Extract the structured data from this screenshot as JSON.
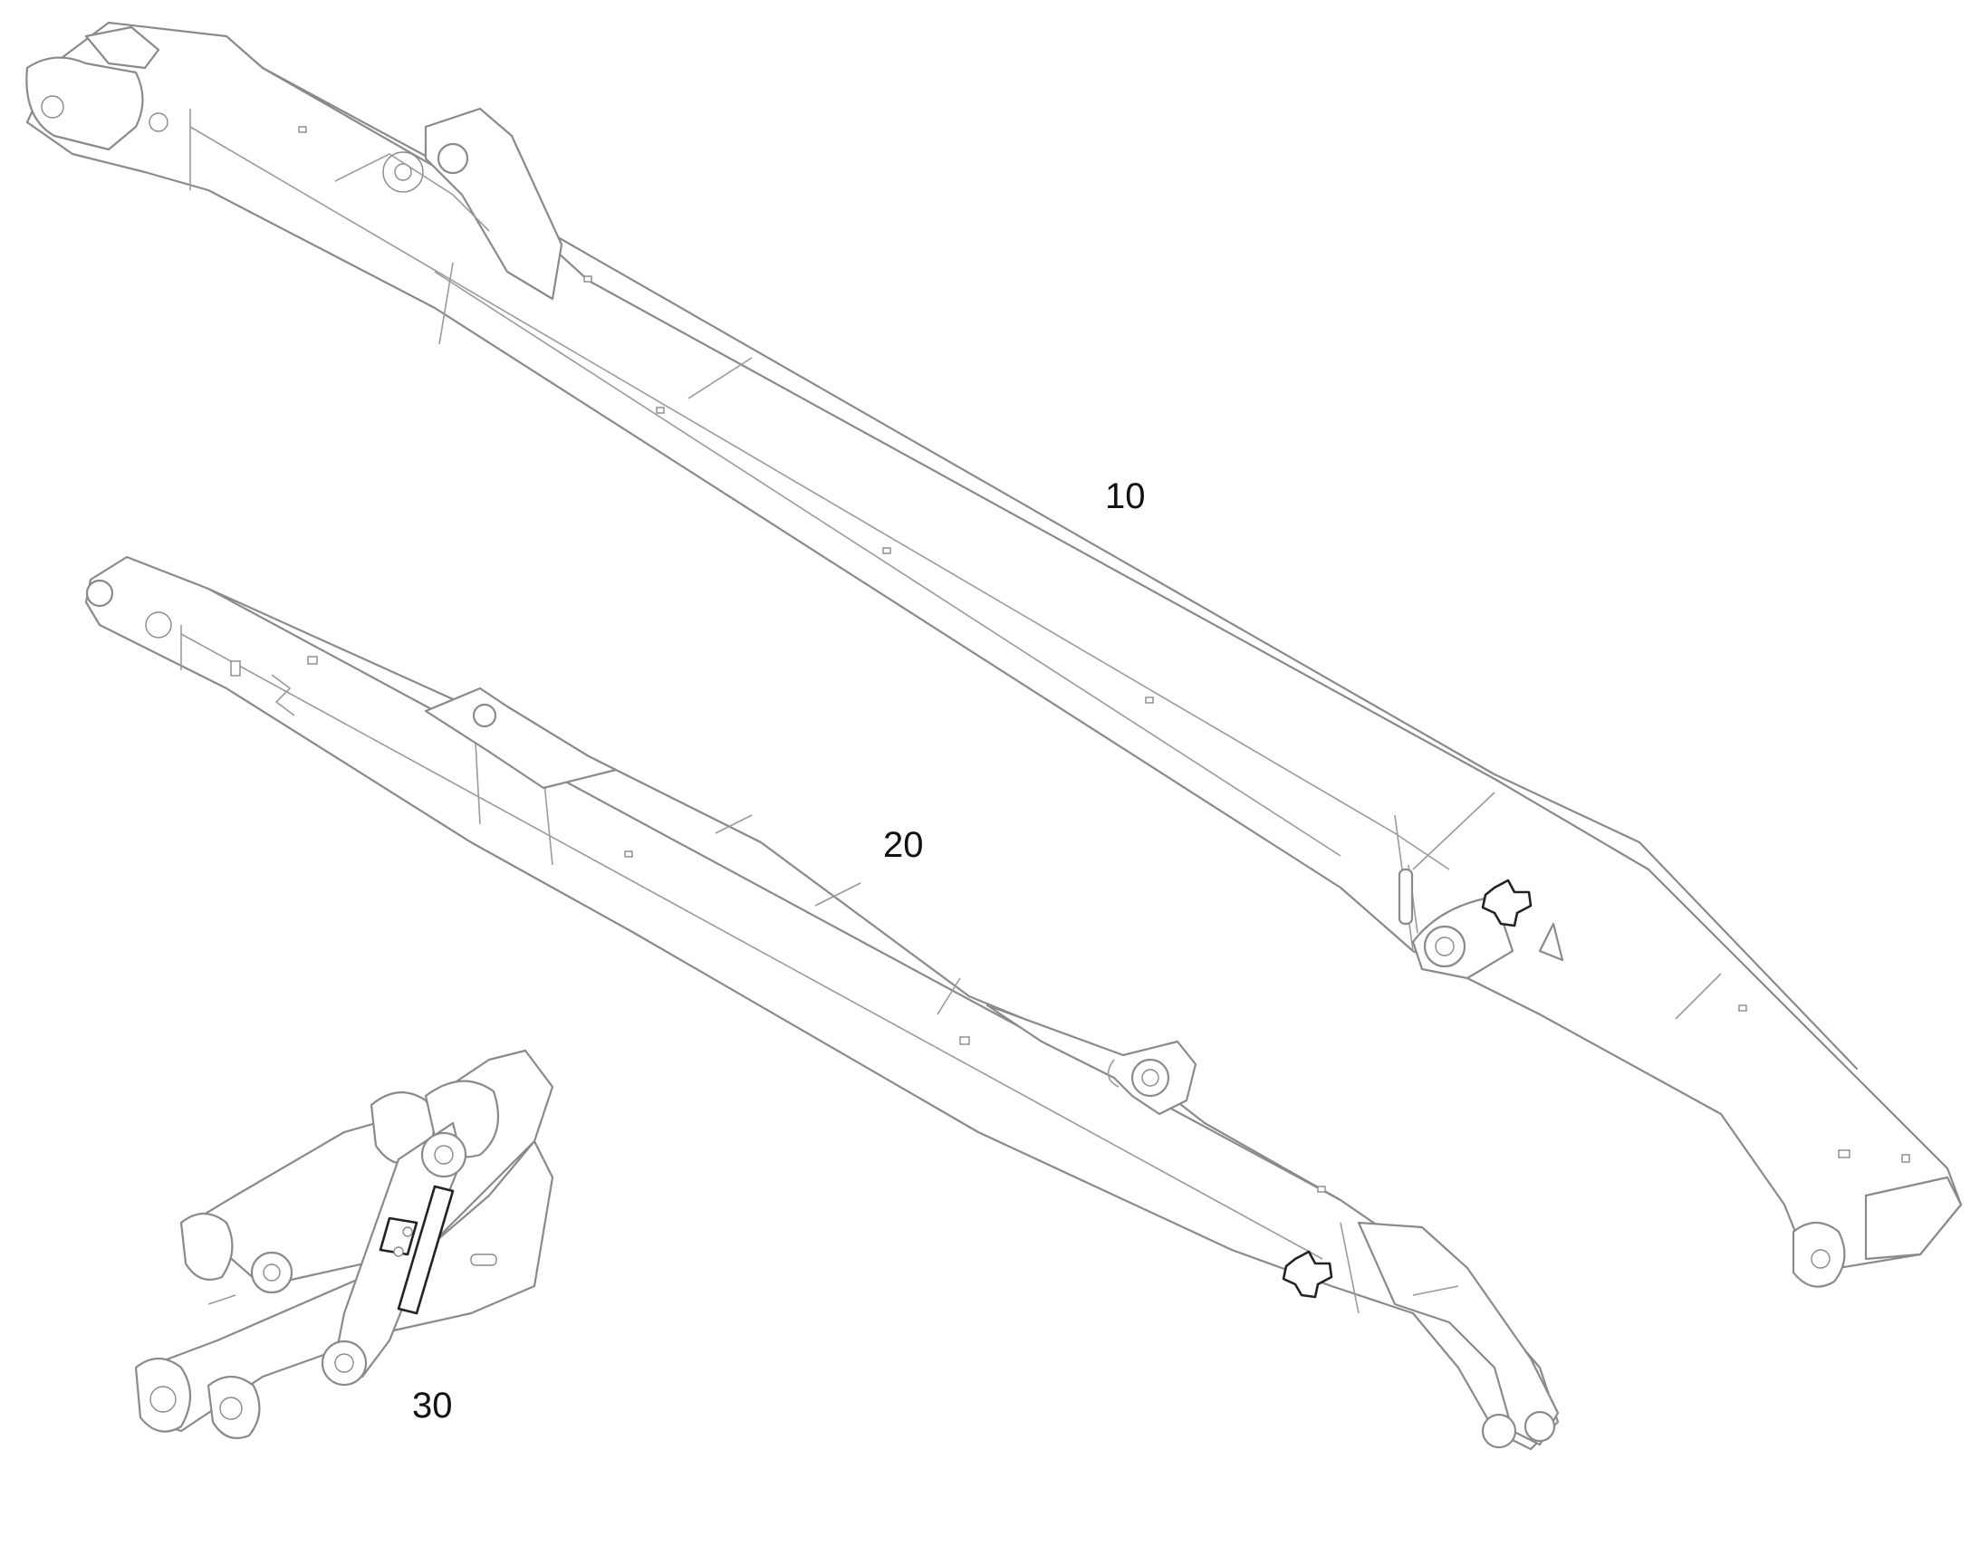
{
  "diagram": {
    "parts": [
      {
        "id": "10",
        "callout": "10",
        "description_visible": ""
      },
      {
        "id": "20",
        "callout": "20"
      },
      {
        "id": "30",
        "callout": "30"
      }
    ],
    "colors": {
      "outline": "#8a8a8a",
      "highlight": "#222222",
      "background": "#ffffff",
      "text": "#111111"
    }
  }
}
